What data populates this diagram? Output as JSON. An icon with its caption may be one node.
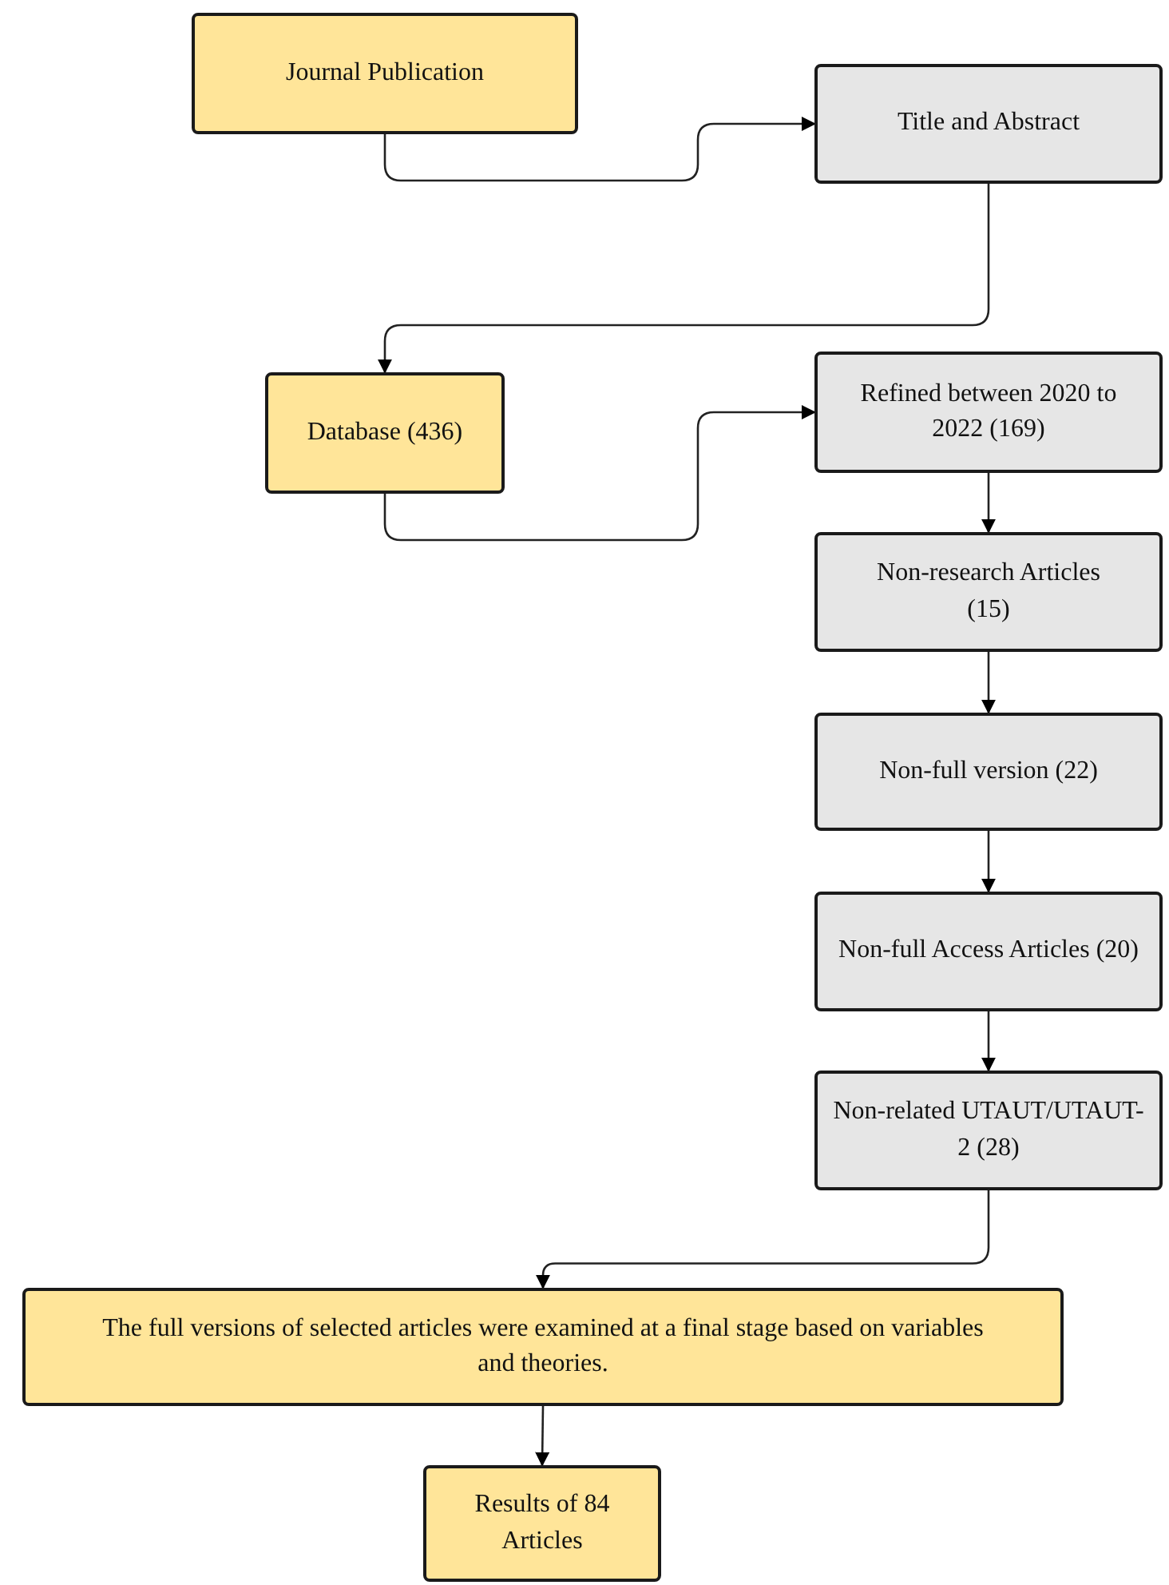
{
  "diagram": {
    "nodes": [
      {
        "text": [
          "Journal Publication"
        ]
      },
      {
        "text": [
          "Title and Abstract"
        ]
      },
      {
        "text": [
          "Database (436)"
        ]
      },
      {
        "text": [
          "Refined between 2020 to 2022 (169)"
        ]
      },
      {
        "text": [
          "Non-research Articles (15)"
        ]
      },
      {
        "text": [
          "Non-full version (22)"
        ]
      },
      {
        "text": [
          "Non-full Access Articles (20)"
        ]
      },
      {
        "text": [
          "Non-related UTAUT/UTAUT-2 (28)"
        ]
      },
      {
        "text": [
          "The full versions of selected articles were examined at a final stage based on variables and theories."
        ]
      },
      {
        "text": [
          "Results of 84 Articles"
        ]
      }
    ],
    "edges": [
      {
        "from": 0,
        "to": 1,
        "arrow": "to"
      },
      {
        "from": 1,
        "to": 2,
        "arrow": "to"
      },
      {
        "from": 2,
        "to": 3,
        "arrow": "to"
      },
      {
        "from": 3,
        "to": 4,
        "arrow": "to"
      },
      {
        "from": 4,
        "to": 5,
        "arrow": "to"
      },
      {
        "from": 5,
        "to": 6,
        "arrow": "to"
      },
      {
        "from": 6,
        "to": 7,
        "arrow": "to"
      },
      {
        "from": 7,
        "to": 8,
        "arrow": "to"
      },
      {
        "from": 8,
        "to": 9,
        "arrow": "to"
      }
    ]
  }
}
